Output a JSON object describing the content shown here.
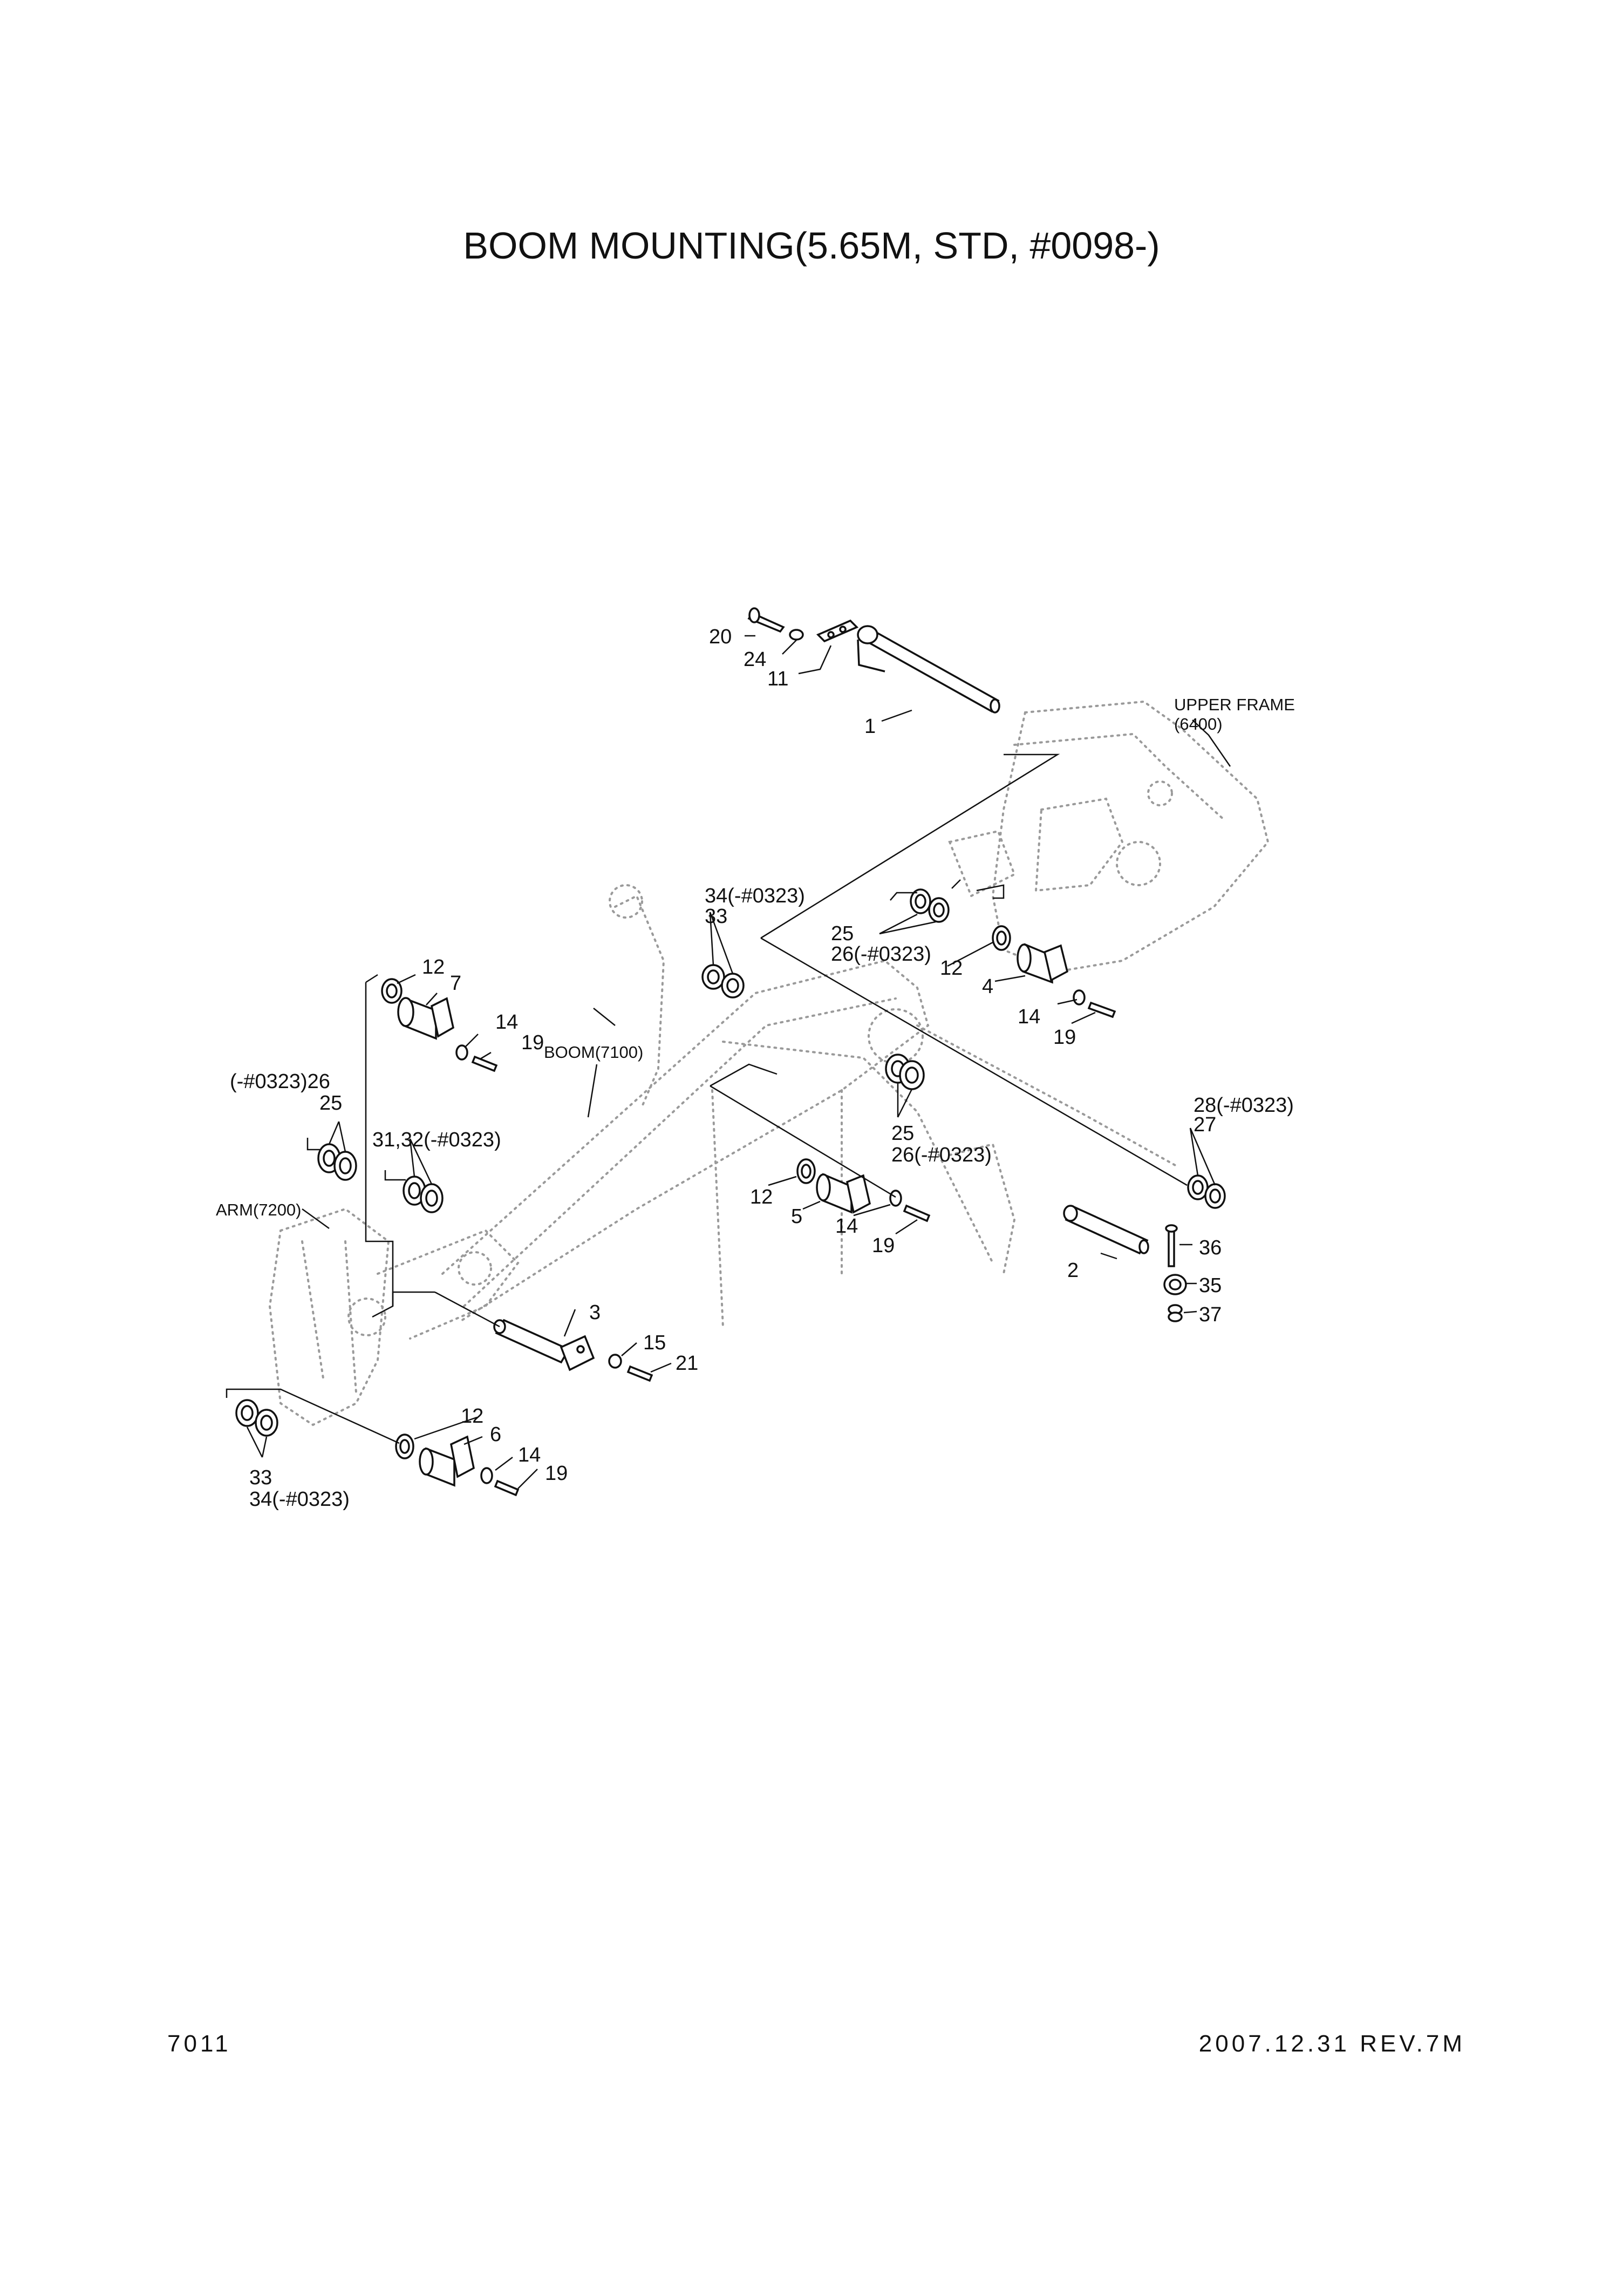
{
  "title": "BOOM MOUNTING(5.65M, STD, #0098-)",
  "footer": {
    "page_number": "7011",
    "date_revision": "2007.12.31  REV.7M"
  },
  "assembly_labels": {
    "upper_frame": "UPPER FRAME",
    "upper_frame_ref": "(6400)",
    "boom": "BOOM(7100)",
    "arm": "ARM(7200)"
  },
  "callouts": {
    "c20": "20",
    "c24": "24",
    "c11": "11",
    "c1": "1",
    "c34_top": "34(-#0323)",
    "c33_top": "33",
    "c25_top": "25",
    "c26_top": "26(-#0323)",
    "c12_right": "12",
    "c4": "4",
    "c14_right": "14",
    "c19_right": "19",
    "c12_a": "12",
    "c7": "7",
    "c14_a": "14",
    "c19_a": "19",
    "c26_left": "(-#0323)26",
    "c25_left": "25",
    "c31_32": "31,32(-#0323)",
    "c25_mid": "25",
    "c26_mid": "26(-#0323)",
    "c28": "28(-#0323)",
    "c27": "27",
    "c12_mid": "12",
    "c5": "5",
    "c14_mid": "14",
    "c19_mid": "19",
    "c36": "36",
    "c2": "2",
    "c35": "35",
    "c37": "37",
    "c3": "3",
    "c15": "15",
    "c21": "21",
    "c12_b": "12",
    "c6": "6",
    "c14_b": "14",
    "c19_b": "19",
    "c33_bottom": "33",
    "c34_bottom": "34(-#0323)"
  }
}
